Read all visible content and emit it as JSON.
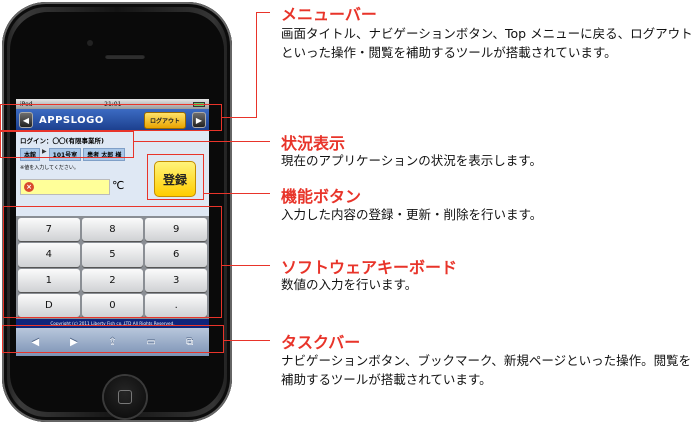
{
  "status_bar": {
    "carrier": "iPod",
    "time": "21:01"
  },
  "menu_bar": {
    "prev_icon": "◀",
    "next_icon": "▶",
    "logo": "APPSLOGO",
    "logout_label": "ログアウト"
  },
  "status_area": {
    "login_line": "ログイン：〇〇(有限事業所)",
    "crumbs": [
      "本館",
      "101号室",
      "患者 太郎 様"
    ],
    "hint": "※値を入力してください。",
    "clear_icon": "×",
    "unit": "℃"
  },
  "function_button": {
    "label": "登録"
  },
  "keypad": {
    "keys": [
      "7",
      "8",
      "9",
      "4",
      "5",
      "6",
      "1",
      "2",
      "3",
      "D",
      "0",
      "."
    ]
  },
  "copyright": "Copyright (c) 2011 Liberty Fish co.,LTD All Rights Reserved.",
  "taskbar": {
    "icons": [
      "◀",
      "▶",
      "⇪",
      "▭",
      "⧉"
    ]
  },
  "annotations": [
    {
      "title": "メニューバー",
      "desc": "画面タイトル、ナビゲーションボタン、Top メニューに戻る、ログアウトといった操作・閲覧を補助するツールが搭載されています。"
    },
    {
      "title": "状況表示",
      "desc": "現在のアプリケーションの状況を表示します。"
    },
    {
      "title": "機能ボタン",
      "desc": "入力した内容の登録・更新・削除を行います。"
    },
    {
      "title": "ソフトウェアキーボード",
      "desc": "数値の入力を行います。"
    },
    {
      "title": "タスクバー",
      "desc": "ナビゲーションボタン、ブックマーク、新規ページといった操作。閲覧を補助するツールが搭載されています。"
    }
  ]
}
